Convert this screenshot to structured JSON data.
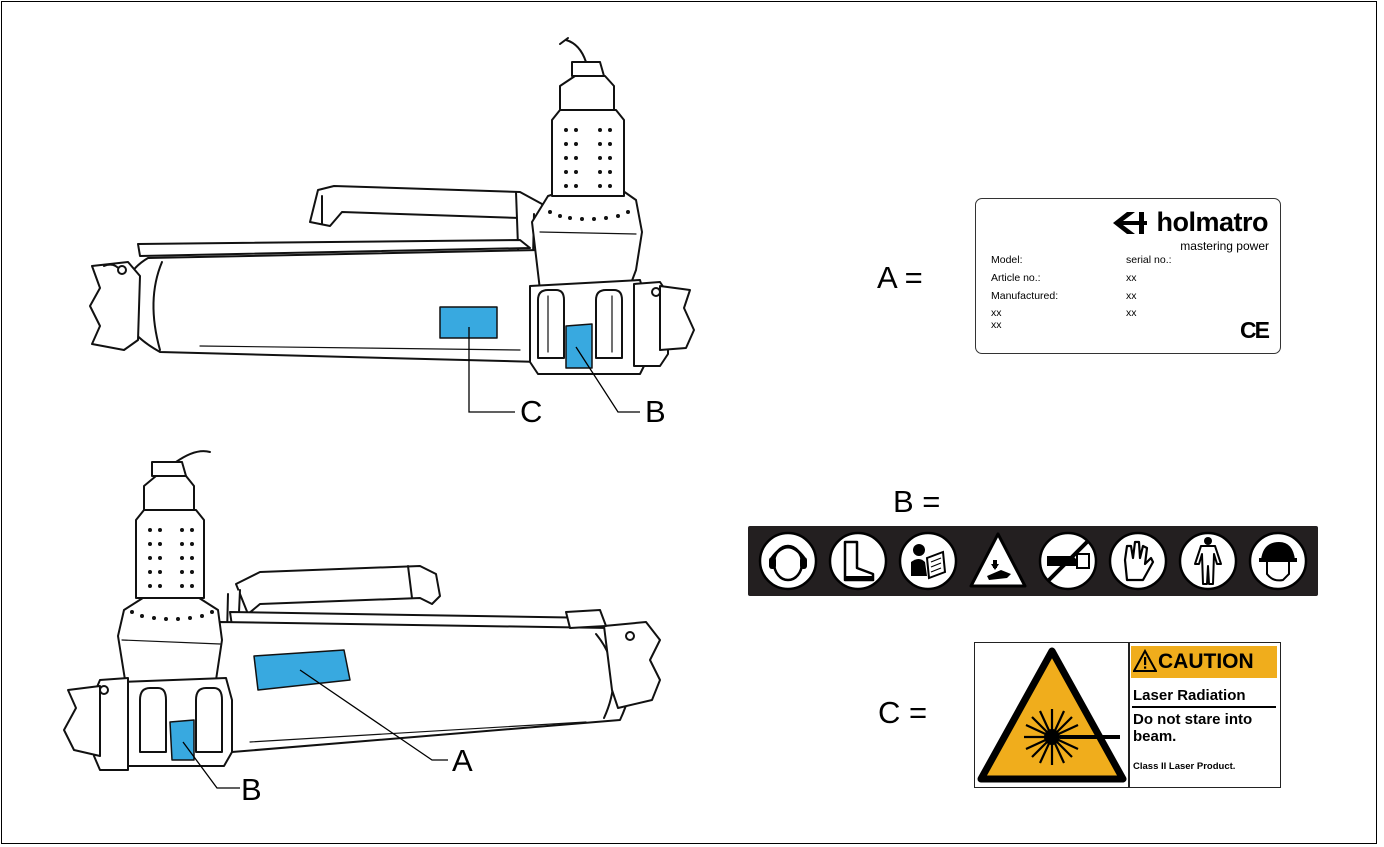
{
  "callouts": {
    "top_c": "C",
    "top_b": "B",
    "bottom_b": "B",
    "bottom_a": "A"
  },
  "legend": {
    "a_eq": "A =",
    "b_eq": "B =",
    "c_eq": "C ="
  },
  "type_plate": {
    "brand": "holmatro",
    "tagline": "mastering power",
    "rows": [
      {
        "left": "Model:",
        "right": "serial no.:"
      },
      {
        "left": "Article no.:",
        "right": "xx"
      },
      {
        "left": "Manufactured:",
        "right": "xx"
      },
      {
        "left": "xx",
        "right": "xx"
      },
      {
        "left": "xx",
        "right": ""
      }
    ],
    "mark": "CE"
  },
  "pictogram_strip": {
    "icons": [
      "ear-protection-icon",
      "safety-boots-icon",
      "read-manual-icon",
      "crush-hazard-warning-icon",
      "no-hands-icon",
      "safety-gloves-icon",
      "protective-clothing-icon",
      "safety-helmet-icon"
    ]
  },
  "caution_label": {
    "header": "CAUTION",
    "line1": "Laser Radiation",
    "line2": "Do not stare into beam.",
    "line3": "Class II Laser Product."
  },
  "colors": {
    "label_blue": "#38a9e0",
    "caution_yellow": "#f0ad1c",
    "strip_dark": "#231f20"
  }
}
